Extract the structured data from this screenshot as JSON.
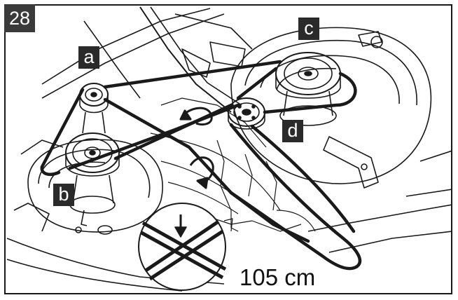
{
  "figure": {
    "number": "28"
  },
  "labels": {
    "a": "a",
    "b": "b",
    "c": "c",
    "d": "d"
  },
  "belt": {
    "length_text": "105 cm"
  },
  "colors": {
    "line": "#1a1a1a",
    "label_bg": "#2a2a2a",
    "label_text": "#ffffff"
  }
}
